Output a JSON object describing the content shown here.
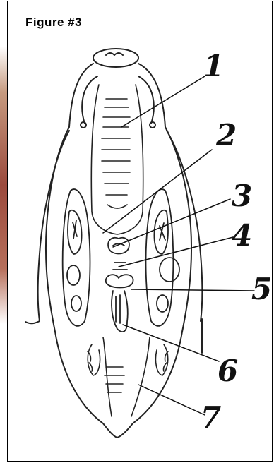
{
  "figure": {
    "caption": "Figure  #3",
    "labels": [
      "1",
      "2",
      "3",
      "4",
      "5",
      "6",
      "7"
    ]
  },
  "colors": {
    "ink": "#111111",
    "background": "#ffffff",
    "edge_strip": "#9b4a3d"
  }
}
